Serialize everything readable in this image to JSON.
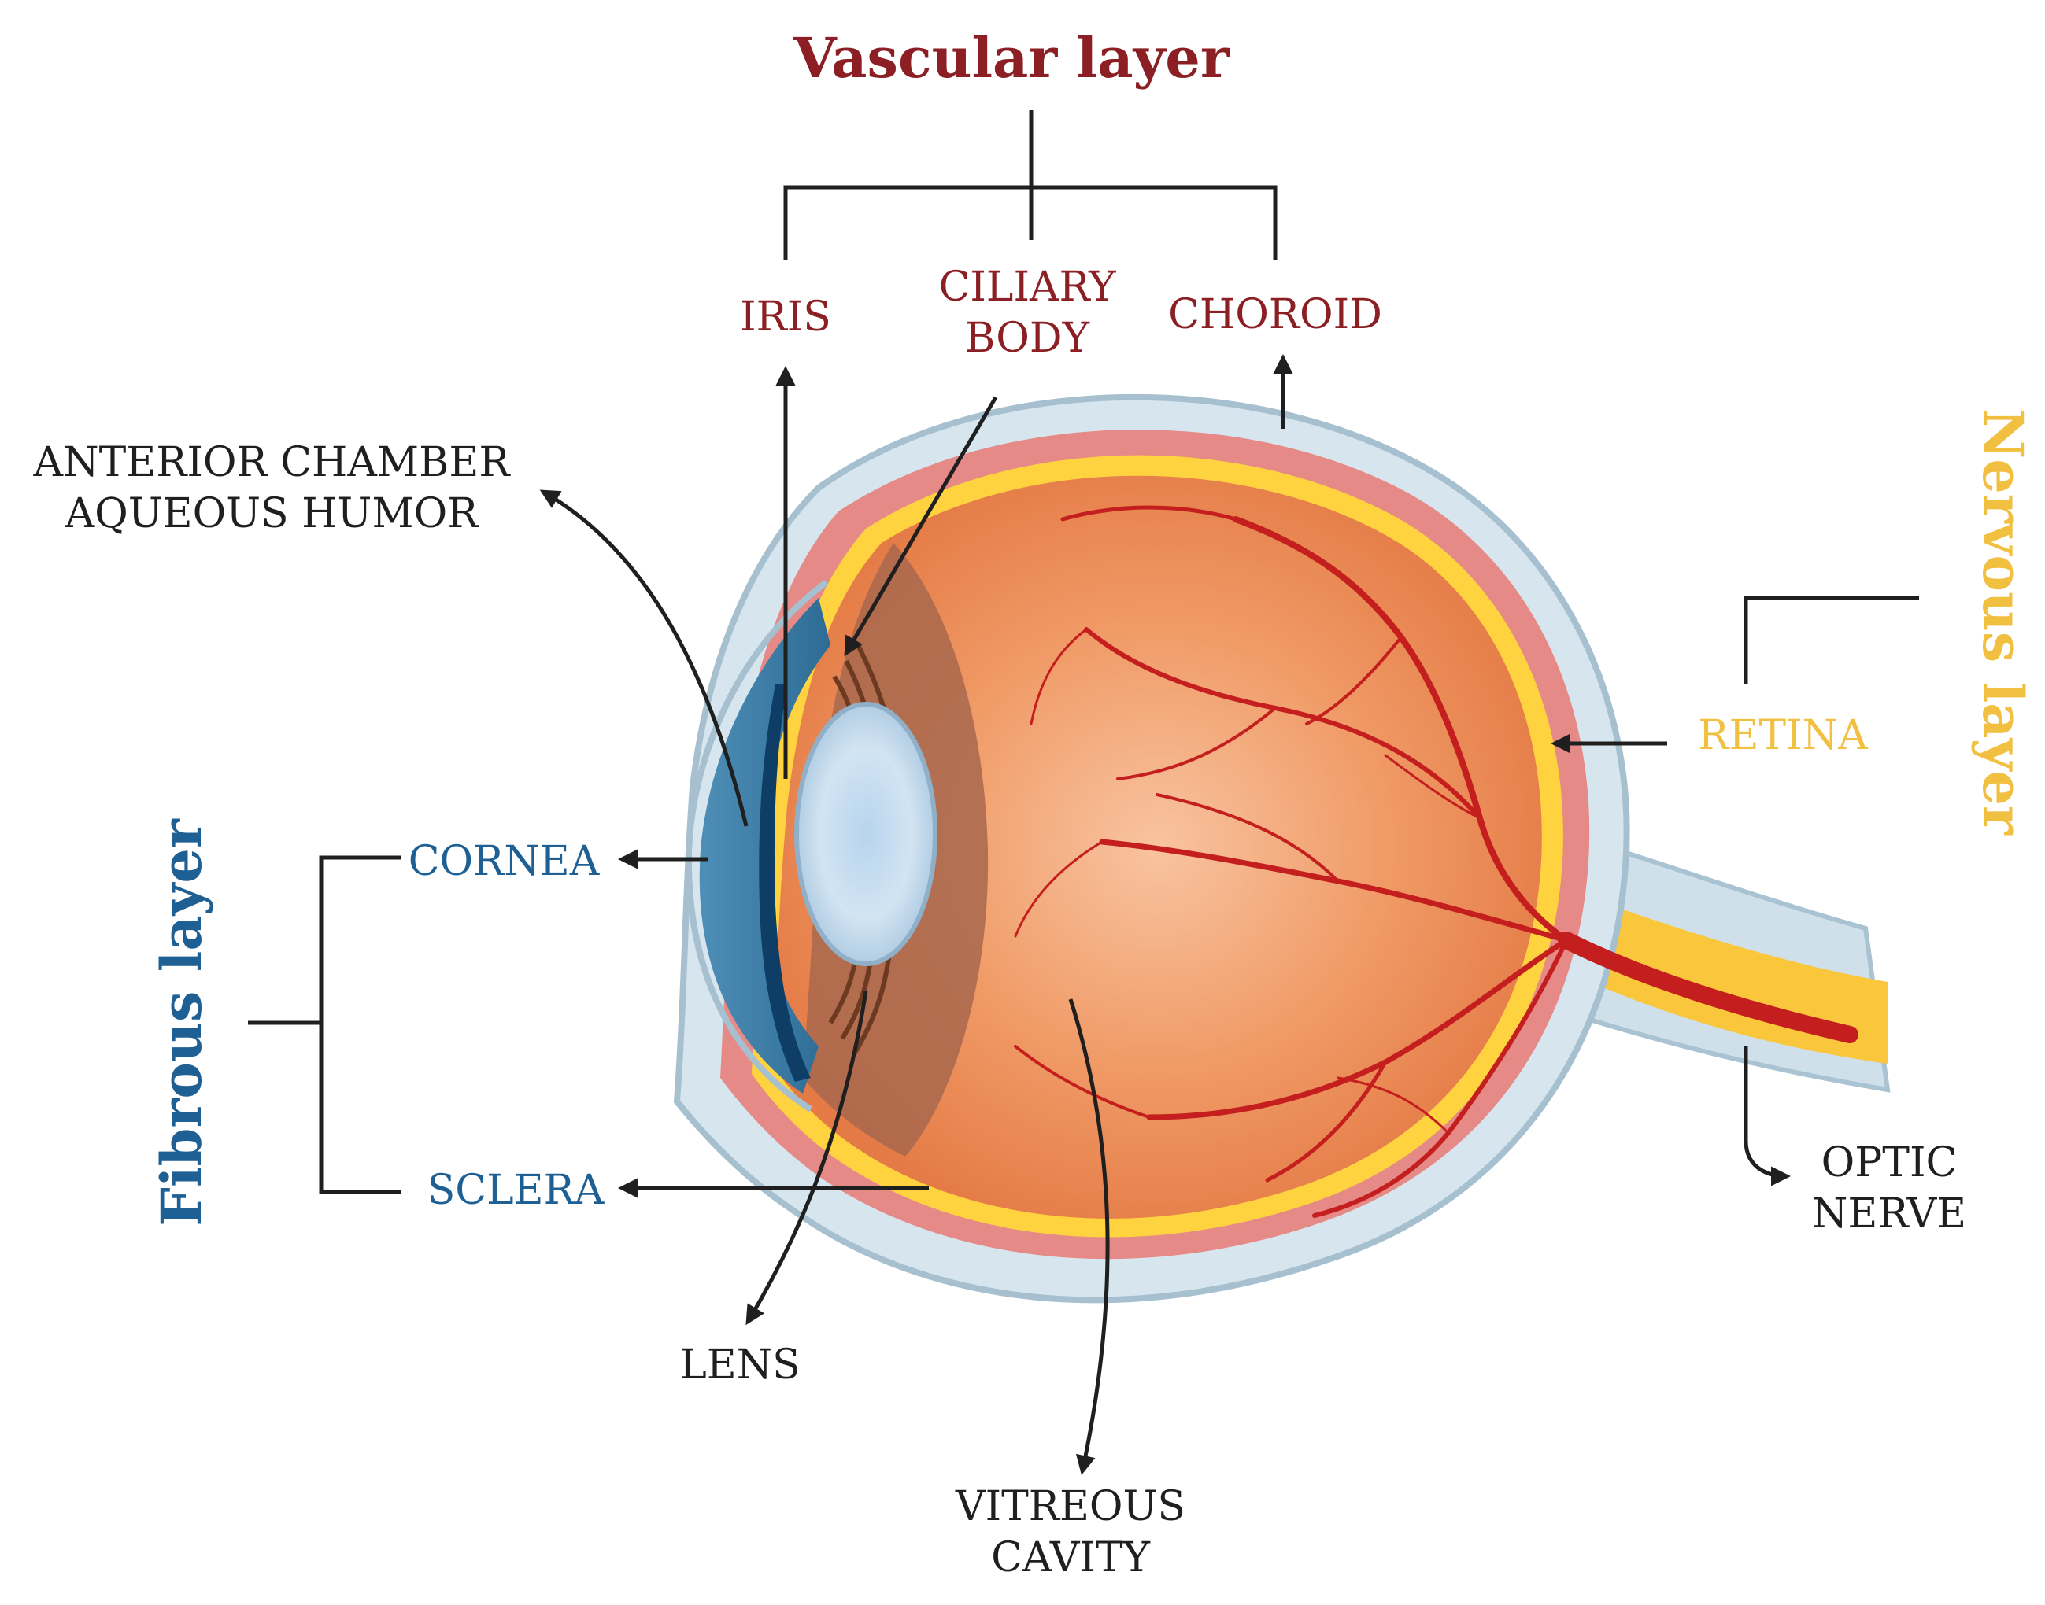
{
  "colors": {
    "vascular": "#8b1f24",
    "nervous": "#f2c040",
    "fibrous": "#1e5f94",
    "black_label": "#1f1f1f",
    "sclera": "#c8dde8",
    "choroid_pink": "#e58a86",
    "retina_yellow": "#ffd23f",
    "vitreous": "#ef8c55",
    "vessel": "#c41e1e",
    "cornea": "#3d7ea6",
    "lens": "#c9dff0",
    "ciliary": "#a8674d"
  },
  "groups": {
    "vascular": "Vascular layer",
    "nervous": "Nervous layer",
    "fibrous": "Fibrous layer"
  },
  "labels": {
    "iris": "IRIS",
    "ciliary_1": "CILIARY",
    "ciliary_2": "BODY",
    "choroid": "CHOROID",
    "anterior_1": "ANTERIOR CHAMBER",
    "anterior_2": "AQUEOUS HUMOR",
    "retina": "RETINA",
    "cornea": "CORNEA",
    "sclera": "SCLERA",
    "lens": "LENS",
    "vitreous_1": "VITREOUS",
    "vitreous_2": "CAVITY",
    "optic_1": "OPTIC",
    "optic_2": "NERVE"
  }
}
